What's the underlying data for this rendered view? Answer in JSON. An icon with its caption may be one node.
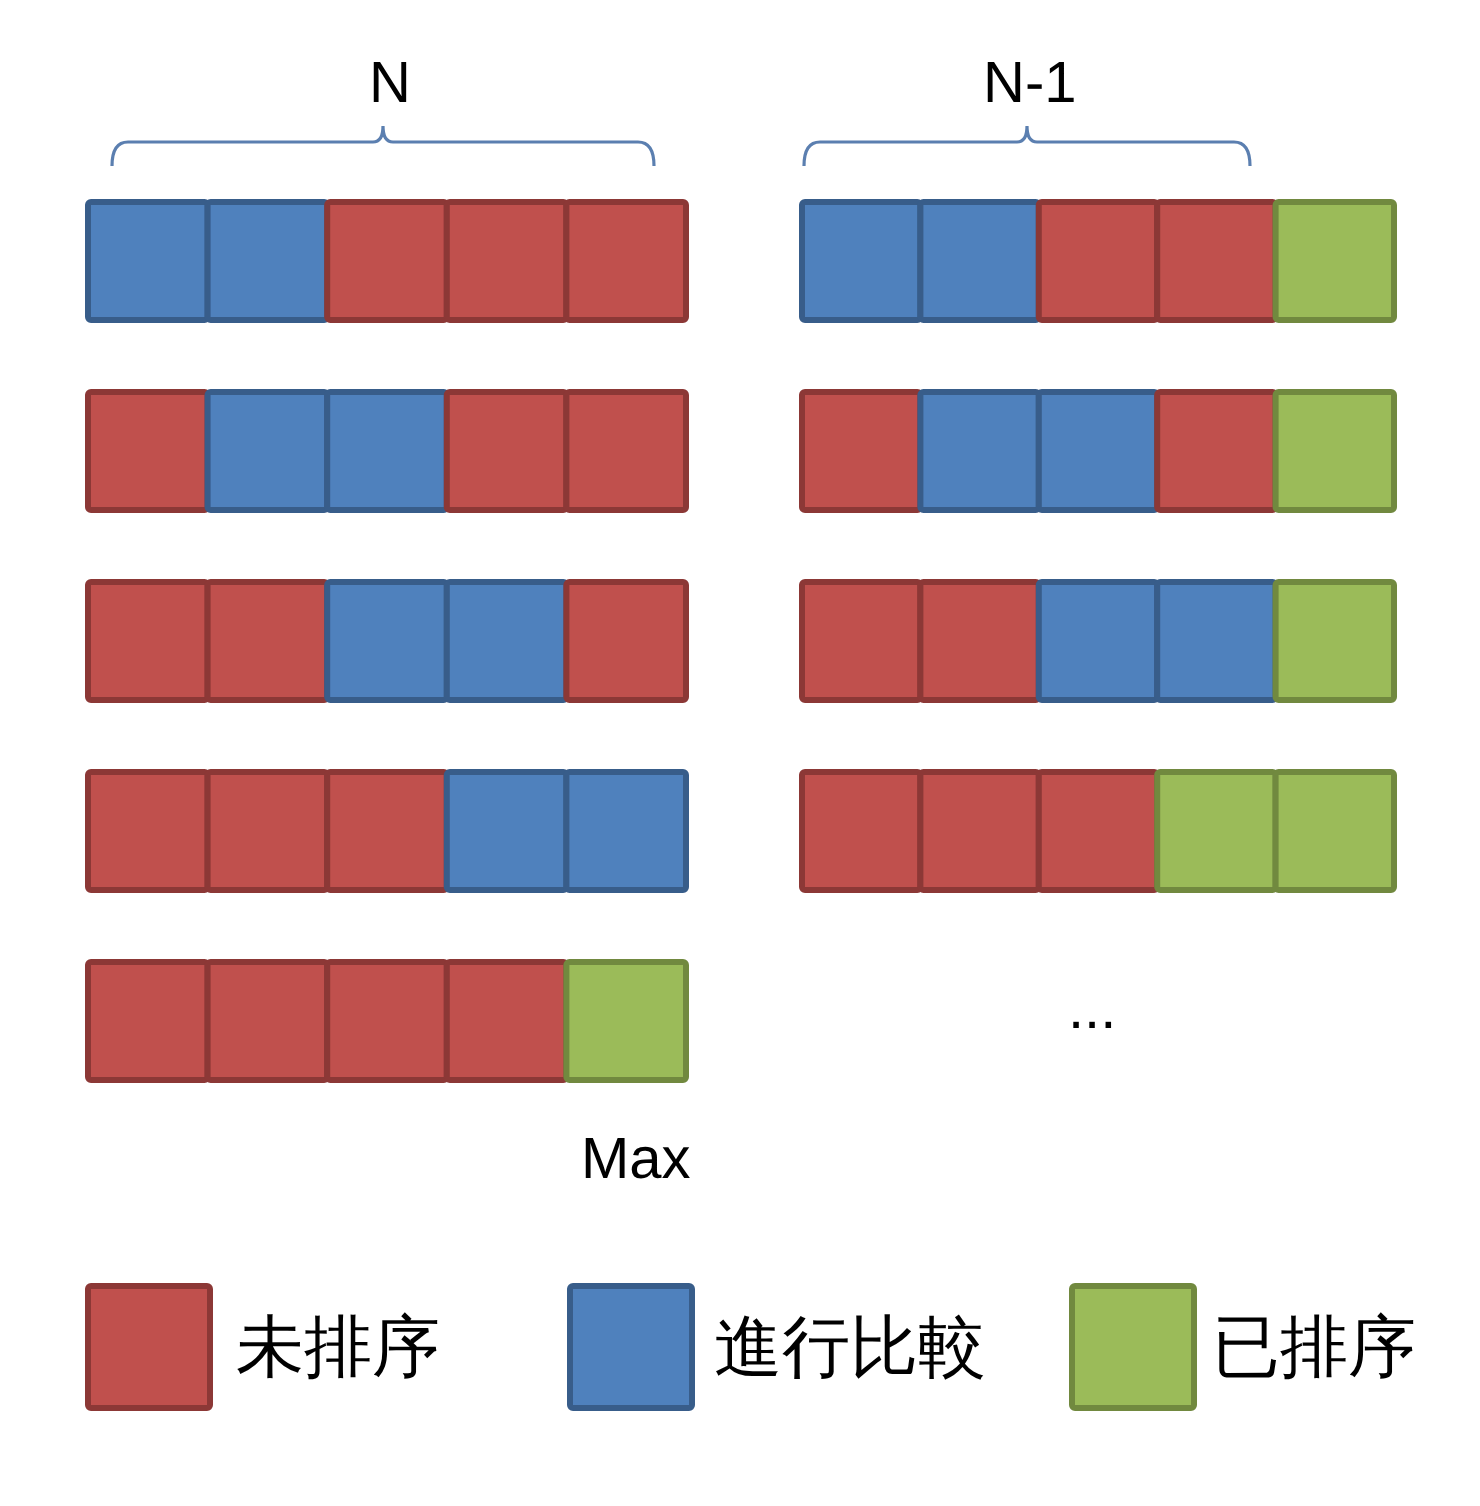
{
  "diagram": {
    "labels": [
      "N",
      "N-1",
      "...",
      "Max"
    ],
    "legend": [
      {
        "text": "未排序",
        "color": "#c0504d"
      },
      {
        "text": "進行比較",
        "color": "#4f81bd"
      },
      {
        "text": "已排序",
        "color": "#9bbb59"
      }
    ]
  }
}
